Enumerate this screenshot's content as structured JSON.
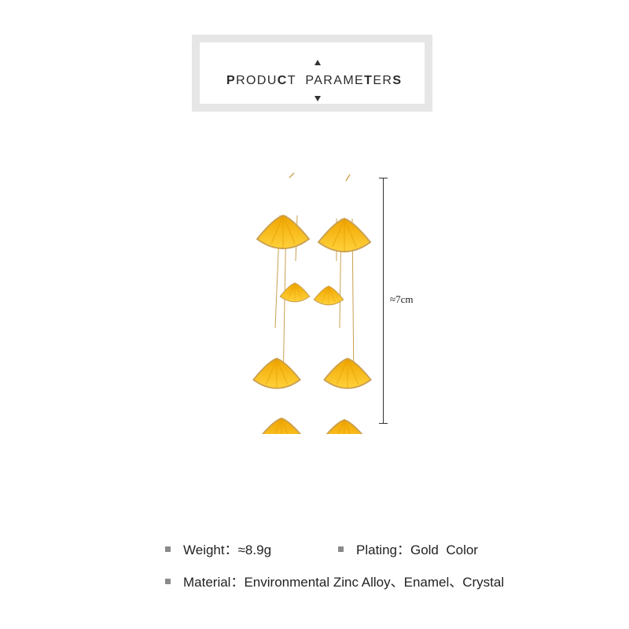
{
  "header": {
    "title_parts": [
      {
        "text": "P",
        "bold": true
      },
      {
        "text": "RODU",
        "bold": false
      },
      {
        "text": "C",
        "bold": true
      },
      {
        "text": "T  PARAME",
        "bold": false
      },
      {
        "text": "T",
        "bold": true
      },
      {
        "text": "ER",
        "bold": false
      },
      {
        "text": "S",
        "bold": true
      }
    ]
  },
  "measurement": {
    "label": "≈7cm"
  },
  "params": {
    "weight": "Weight：≈8.9g",
    "plating": "Plating：Gold  Color",
    "material": "Material：Environmental Zinc Alloy、Enamel、Crystal"
  },
  "colors": {
    "leaf": "#f5b400",
    "leaf_dark": "#e39a00",
    "gold": "#c9a052",
    "bullet": "#8a8a8a"
  }
}
